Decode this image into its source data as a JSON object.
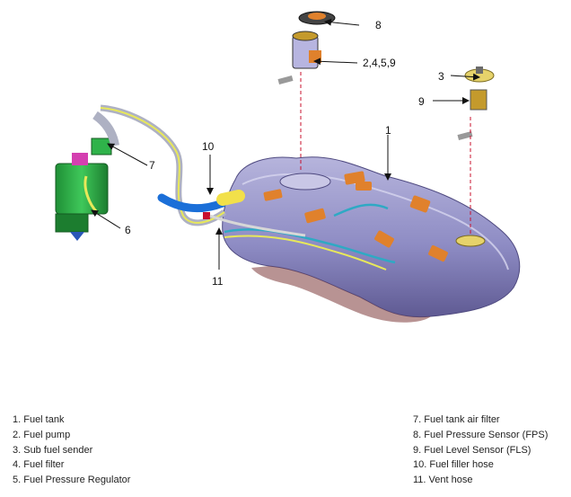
{
  "callouts": {
    "c1": "1",
    "c3": "3",
    "c6": "6",
    "c7": "7",
    "c8": "8",
    "c9": "9",
    "c10": "10",
    "c11": "11",
    "c2459": "2,4,5,9"
  },
  "legend": {
    "left": [
      "1. Fuel tank",
      "2. Fuel pump",
      "3. Sub fuel sender",
      "4. Fuel filter",
      "5. Fuel Pressure Regulator"
    ],
    "right": [
      "7. Fuel tank air filter",
      "8. Fuel Pressure Sensor (FPS)",
      "9. Fuel Level Sensor (FLS)",
      "10. Fuel filler hose",
      "11. Vent hose"
    ]
  },
  "colors": {
    "tank": "#8e8cc4",
    "tank_shadow": "#6f6aa3",
    "pad": "#e0812c",
    "canister": "#2fb34a",
    "filler_hose": "#1b6fd8",
    "filler_neck": "#f2e04a",
    "vent": "#c8102e"
  }
}
